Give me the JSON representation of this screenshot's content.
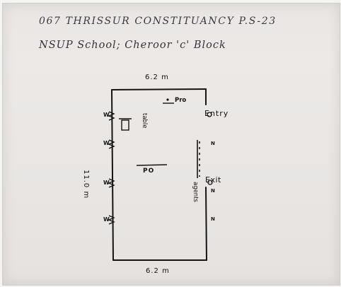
{
  "header": {
    "line1": "067  THRISSUR  CONSTITUANCY  P.S-23",
    "line2": "NSUP School; Cheroor  'c'  Block"
  },
  "floor_plan": {
    "top_dimension": "6.2 m",
    "bottom_dimension": "6.2 m",
    "side_dimension": "11.0 m",
    "pro_label": "Pro",
    "po_label": "PO",
    "entry_label": "Entry",
    "exit_label": "Exit",
    "table_note": "table",
    "agent_note": "agents",
    "window_marks": [
      "W",
      "W",
      "W",
      "W"
    ],
    "right_wall_marks": [
      "N",
      "N",
      "N"
    ],
    "door_marks": [
      "D",
      "D"
    ]
  }
}
